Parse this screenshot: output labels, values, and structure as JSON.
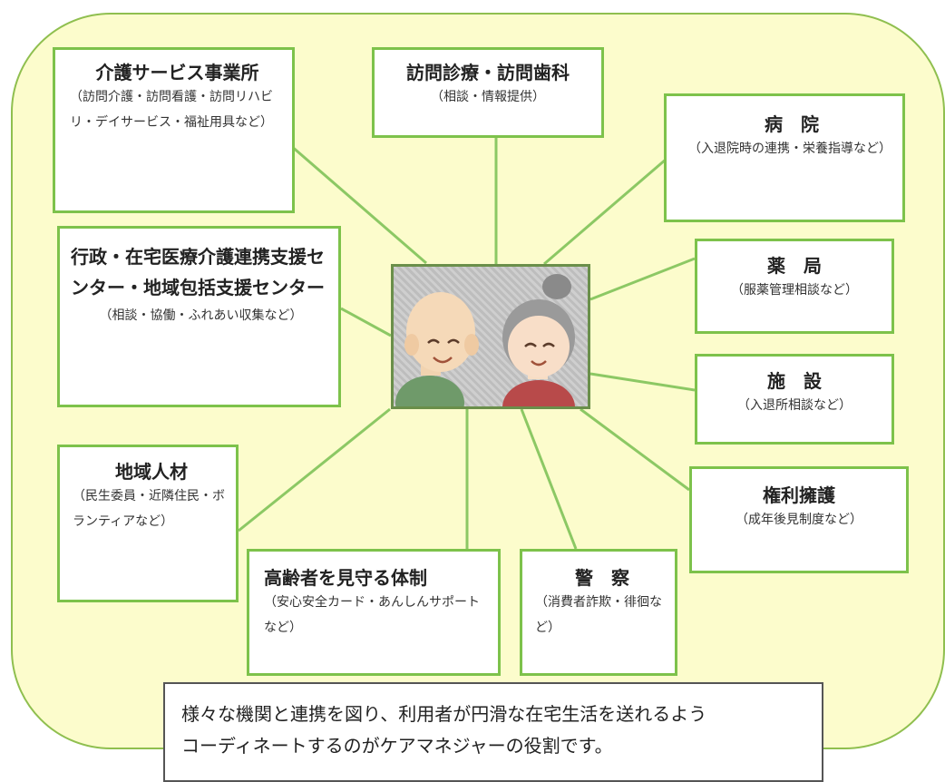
{
  "nodes": {
    "kaigo": {
      "title": "介護サービス事業所",
      "desc": "（訪問介護・訪問看護・訪問リハビリ・デイサービス・福祉用具など）"
    },
    "houmon": {
      "title": "訪問診療・訪問歯科",
      "desc": "（相談・情報提供）"
    },
    "byouin": {
      "title": "病　院",
      "desc": "（入退院時の連携・栄養指導など）"
    },
    "gyousei": {
      "title": "行政・在宅医療介護連携支援センター・地域包括支援センター",
      "desc": "（相談・協働・ふれあい収集など）"
    },
    "yakkyoku": {
      "title": "薬　局",
      "desc": "（服薬管理相談など）"
    },
    "shisetsu": {
      "title": "施　設",
      "desc": "（入退所相談など）"
    },
    "chiiki": {
      "title": "地域人材",
      "desc": "（民生委員・近隣住民・ボランティアなど）"
    },
    "kenri": {
      "title": "権利擁護",
      "desc": "（成年後見制度など）"
    },
    "koureisha": {
      "title": "高齢者を見守る体制",
      "desc": "（安心安全カード・あんしんサポートなど）"
    },
    "keisatsu": {
      "title": "警　察",
      "desc": "（消費者詐欺・徘徊など）"
    }
  },
  "footer_line1": "様々な機関と連携を図り、利用者が円滑な在宅生活を送れるよう",
  "footer_line2": "コーディネートするのがケアマネジャーの役割です。",
  "colors": {
    "background": "#fcfccc",
    "border": "#7dc24b",
    "lines": "#8cc864"
  }
}
